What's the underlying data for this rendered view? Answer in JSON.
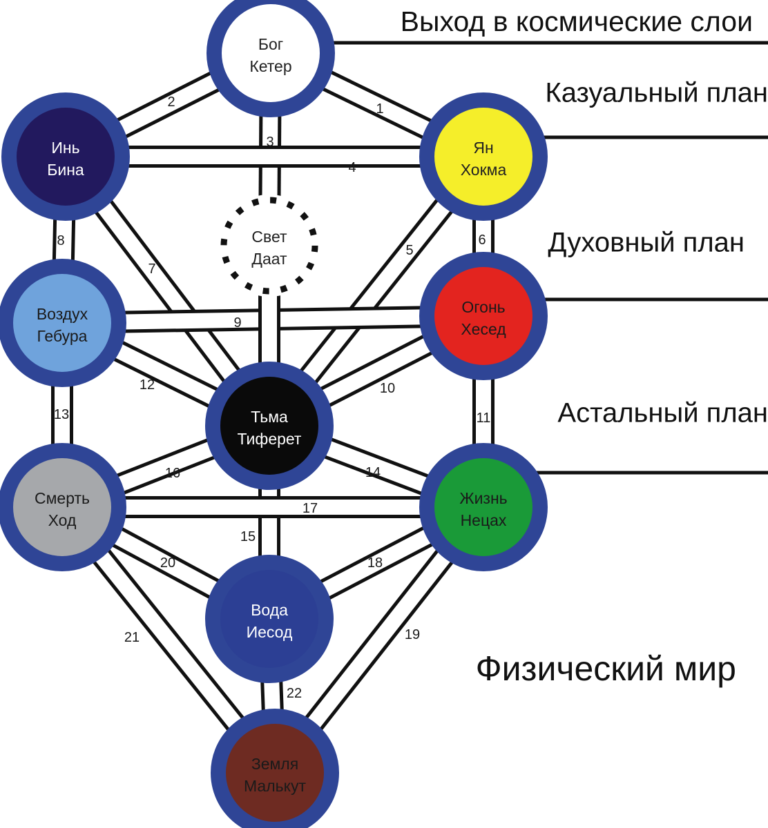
{
  "planes": [
    {
      "id": "exit",
      "label": "Выход в космические слои"
    },
    {
      "id": "causal",
      "label": "Казуальный план"
    },
    {
      "id": "spirit",
      "label": "Духовный план"
    },
    {
      "id": "astral",
      "label": "Астальный план"
    },
    {
      "id": "physical",
      "label": "Физический мир"
    }
  ],
  "nodes": [
    {
      "id": "keter",
      "line1": "Бог",
      "line2": "Кетер",
      "fill": "#ffffff",
      "text_color": "#222222"
    },
    {
      "id": "bina",
      "line1": "Инь",
      "line2": "Бина",
      "fill": "#22195e",
      "text_color": "#ffffff"
    },
    {
      "id": "hokma",
      "line1": "Ян",
      "line2": "Хокма",
      "fill": "#f5ee2a",
      "text_color": "#222222"
    },
    {
      "id": "daat",
      "line1": "Свет",
      "line2": "Даат",
      "fill": "#ffffff",
      "text_color": "#222222",
      "dashed": true
    },
    {
      "id": "gebura",
      "line1": "Воздух",
      "line2": "Гебура",
      "fill": "#6fa3dc",
      "text_color": "#1a1a1a"
    },
    {
      "id": "hesed",
      "line1": "Огонь",
      "line2": "Хесед",
      "fill": "#e3241f",
      "text_color": "#1a1a1a"
    },
    {
      "id": "tiferet",
      "line1": "Тьма",
      "line2": "Тиферет",
      "fill": "#0a0a0a",
      "text_color": "#ffffff"
    },
    {
      "id": "hod",
      "line1": "Смерть",
      "line2": "Ход",
      "fill": "#a6a8ab",
      "text_color": "#1a1a1a"
    },
    {
      "id": "netsah",
      "line1": "Жизнь",
      "line2": "Нецах",
      "fill": "#1a9a38",
      "text_color": "#1a1a1a"
    },
    {
      "id": "iesod",
      "line1": "Вода",
      "line2": "Иесод",
      "fill": "#2c3f94",
      "text_color": "#ffffff"
    },
    {
      "id": "malkut",
      "line1": "Земля",
      "line2": "Малькут",
      "fill": "#6e2b22",
      "text_color": "#1a1a1a"
    }
  ],
  "paths": [
    {
      "n": "1",
      "from": "keter",
      "to": "hokma"
    },
    {
      "n": "2",
      "from": "keter",
      "to": "bina"
    },
    {
      "n": "3",
      "from": "keter",
      "to": "daat"
    },
    {
      "n": "4",
      "from": "bina",
      "to": "hokma"
    },
    {
      "n": "5",
      "from": "hokma",
      "to": "tiferet"
    },
    {
      "n": "6",
      "from": "hokma",
      "to": "hesed"
    },
    {
      "n": "7",
      "from": "bina",
      "to": "tiferet"
    },
    {
      "n": "8",
      "from": "bina",
      "to": "gebura"
    },
    {
      "n": "9",
      "from": "gebura",
      "to": "hesed"
    },
    {
      "n": "10",
      "from": "hesed",
      "to": "tiferet"
    },
    {
      "n": "11",
      "from": "hesed",
      "to": "netsah"
    },
    {
      "n": "12",
      "from": "gebura",
      "to": "tiferet"
    },
    {
      "n": "13",
      "from": "gebura",
      "to": "hod"
    },
    {
      "n": "14",
      "from": "tiferet",
      "to": "netsah"
    },
    {
      "n": "15",
      "from": "tiferet",
      "to": "iesod"
    },
    {
      "n": "16",
      "from": "tiferet",
      "to": "hod"
    },
    {
      "n": "17",
      "from": "hod",
      "to": "netsah"
    },
    {
      "n": "18",
      "from": "netsah",
      "to": "iesod"
    },
    {
      "n": "19",
      "from": "netsah",
      "to": "malkut"
    },
    {
      "n": "20",
      "from": "hod",
      "to": "iesod"
    },
    {
      "n": "21",
      "from": "hod",
      "to": "malkut"
    },
    {
      "n": "22",
      "from": "iesod",
      "to": "malkut"
    },
    {
      "n": "",
      "from": "daat",
      "to": "tiferet"
    }
  ],
  "colors": {
    "ring": "#2f4596",
    "band_stroke": "#111111",
    "band_fill": "#ffffff"
  }
}
